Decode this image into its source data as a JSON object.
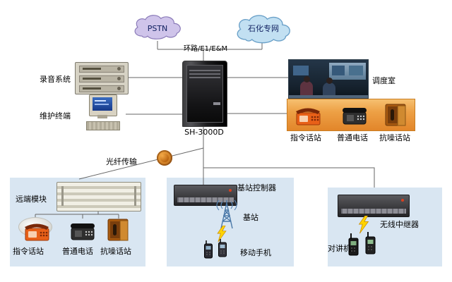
{
  "clouds": {
    "pstn": "PSTN",
    "petro": "石化专网"
  },
  "labels": {
    "trunk": "环路/E1/E&M",
    "recording": "录音系统",
    "maintenance": "维护终端",
    "cabinet": "SH-3000D",
    "dispatch_room": "调度室",
    "fiber": "光纤传输",
    "remote_module": "远端模块",
    "bsc": "基站控制器",
    "base_station": "基站",
    "mobile": "移动手机",
    "repeater": "无线中继器",
    "walkie": "对讲机"
  },
  "phone_groups": {
    "dispatch": [
      "指令话站",
      "普通电话",
      "抗噪话站"
    ],
    "remote": [
      "指令话站",
      "普通电话",
      "抗噪话站"
    ]
  },
  "colors": {
    "zone_blue": "#d9e6f2",
    "orange_panel": "#eda045",
    "cloud_pstn": "#cfc4ea",
    "cloud_petro": "#c2e0f2",
    "lightning": "#ffd400"
  }
}
